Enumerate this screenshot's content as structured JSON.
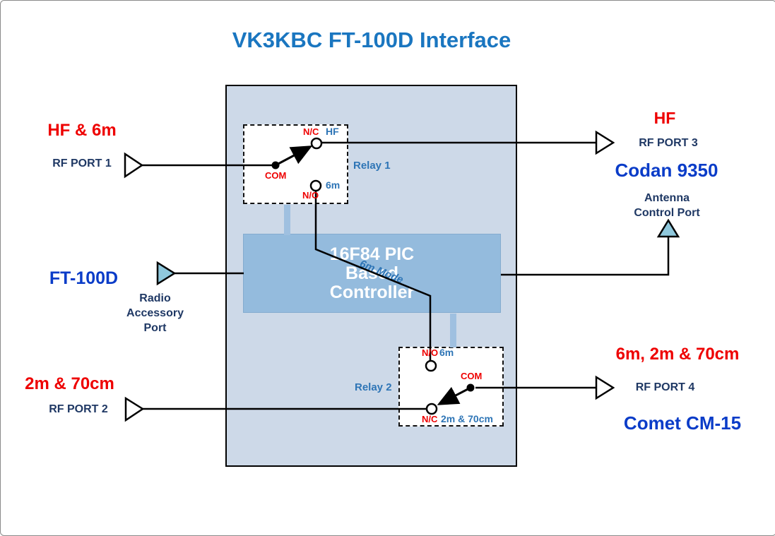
{
  "title": "VK3KBC FT-100D Interface",
  "colors": {
    "title_blue": "#1a76c0",
    "device_blue": "#0a3cc8",
    "navy": "#1f3864",
    "red": "#ee0000",
    "relay_blue": "#2e75b6",
    "outer_box_fill": "#cdd9e8",
    "controller_fill": "#94bbdd",
    "connector_fill": "#9fc0e0",
    "triangle_cyan": "#8fc8dc",
    "line_black": "#000000"
  },
  "left": {
    "port1_band": "HF & 6m",
    "port1_label": "RF PORT 1",
    "radio_name": "FT-100D",
    "radio_port": {
      "line1": "Radio",
      "line2": "Accessory",
      "line3": "Port"
    },
    "port2_band": "2m & 70cm",
    "port2_label": "RF PORT 2"
  },
  "right": {
    "port3_band": "HF",
    "port3_label": "RF PORT 3",
    "port3_device": "Codan 9350",
    "antenna_port": {
      "line1": "Antenna",
      "line2": "Control Port"
    },
    "port4_band": "6m, 2m & 70cm",
    "port4_label": "RF PORT 4",
    "port4_device": "Comet CM-15"
  },
  "controller": {
    "line1": "16F84 PIC",
    "line2": "Based",
    "line3": "Controller"
  },
  "relay1": {
    "name": "Relay 1",
    "nc": "N/C",
    "nc_band": "HF",
    "com": "COM",
    "no": "N/O",
    "no_band": "6m"
  },
  "relay2": {
    "name": "Relay 2",
    "no": "N/O",
    "no_band": "6m",
    "com": "COM",
    "nc": "N/C",
    "nc_band": "2m & 70cm"
  },
  "mode_label": "6m Mode"
}
